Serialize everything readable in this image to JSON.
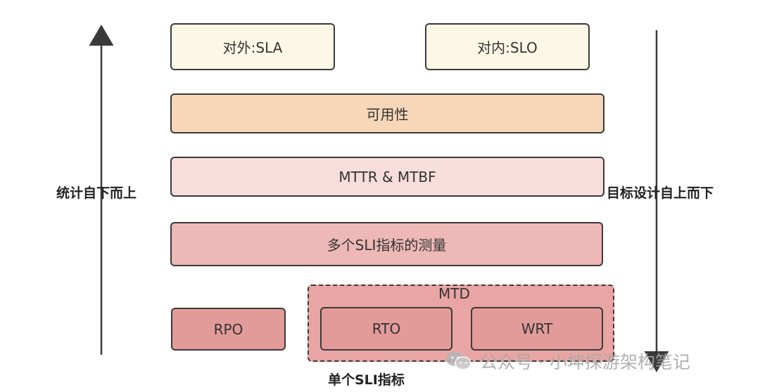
{
  "diagram": {
    "top_left_box": "对外:SLA",
    "top_right_box": "对内:SLO",
    "availability_box": "可用性",
    "mttr_mtbf_box": "MTTR & MTBF",
    "sli_measure_box": "多个SLI指标的测量",
    "rpo_box": "RPO",
    "mtd_group_title": "MTD",
    "rto_box": "RTO",
    "wrt_box": "WRT",
    "bottom_caption": "单个SLI指标",
    "left_arrow_label": "统计自下而上",
    "right_arrow_label": "目标设计自上而下"
  },
  "watermark": {
    "text": "公众号 · 小坤探游架构笔记",
    "icon": "wechat-icon"
  },
  "colors": {
    "sla_slo_fill": "#fdf8e6",
    "availability_fill": "#f8d7b8",
    "mttr_fill": "#f8dddd",
    "sli_fill": "#edb8b6",
    "mtd_fill": "#e9a5a3",
    "rpo_fill": "#e39b99",
    "border": "#3a3a3a"
  }
}
